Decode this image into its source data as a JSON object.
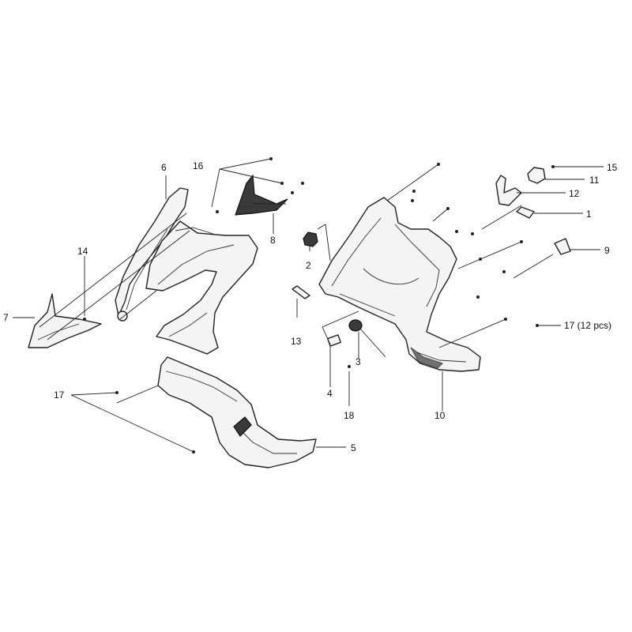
{
  "callouts": {
    "c1": "1",
    "c2": "2",
    "c3": "3",
    "c4": "4",
    "c5": "5",
    "c6": "6",
    "c7": "7",
    "c8": "8",
    "c9": "9",
    "c10": "10",
    "c11": "11",
    "c12": "12",
    "c13": "13",
    "c14": "14",
    "c15": "15",
    "c16": "16",
    "c17_left": "17",
    "c17_right": "17 (12 pcs)",
    "c18": "18"
  }
}
